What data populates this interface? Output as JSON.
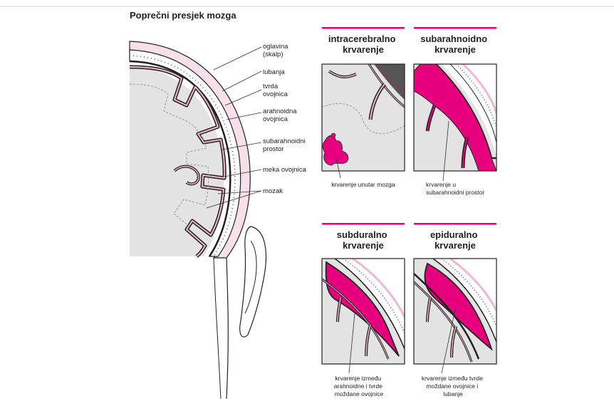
{
  "title": "Poprečni presjek mozga",
  "labels": {
    "scalp": [
      "oglavina",
      "(skalp)"
    ],
    "skull": [
      "lubanja"
    ],
    "dura": [
      "tvrda",
      "ovojnica"
    ],
    "arachnoid": [
      "arahnoidna",
      "ovojnica"
    ],
    "subarachnoid": [
      "subarahnoidni",
      "prostor"
    ],
    "pia": [
      "meka ovojnica"
    ],
    "brain": [
      "mozak"
    ]
  },
  "panels": [
    {
      "title": [
        "intracerebralno",
        "krvarenje"
      ],
      "caption": [
        "krvarenje unutar mozga"
      ]
    },
    {
      "title": [
        "subarahnoidno",
        "krvarenje"
      ],
      "caption": [
        "krvarenje u",
        "subarahnoidni prostor"
      ]
    },
    {
      "title": [
        "subduralno",
        "krvarenje"
      ],
      "caption": [
        "krvarenje između",
        "arahnoidne i tvrde",
        "moždane ovojnice"
      ]
    },
    {
      "title": [
        "epiduralno",
        "krvarenje"
      ],
      "caption": [
        "krvarenje između tvrde",
        "moždane ovojnice i",
        "lubanje"
      ]
    }
  ],
  "colors": {
    "accent": "#e6007e",
    "accent_light": "#f2b6d3",
    "brain_fill": "#e3e3e3",
    "outline": "#222222",
    "skull_dots": "#555555"
  }
}
